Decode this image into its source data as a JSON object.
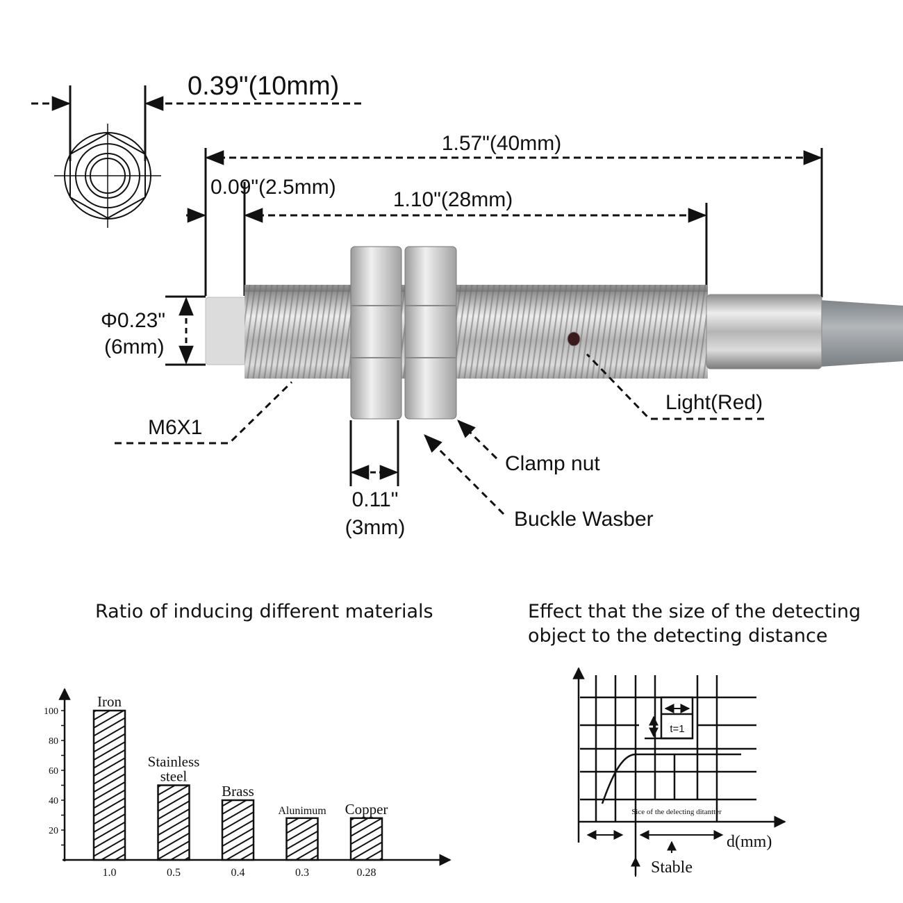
{
  "dimensions": {
    "width_hex": "0.39\"(10mm)",
    "total_length": "1.57\"(40mm)",
    "tip_length": "0.09\"(2.5mm)",
    "thread_length": "1.10\"(28mm)",
    "diameter_in": "Φ0.23\"",
    "diameter_mm": "(6mm)",
    "thread": "M6X1",
    "nut_width_in": "0.11\"",
    "nut_width_mm": "(3mm)"
  },
  "callouts": {
    "light": "Light(Red)",
    "clamp_nut": "Clamp nut",
    "washer": "Buckle Wasber"
  },
  "colors": {
    "cable": "#9a9ea2",
    "metal": "#c9c9c9",
    "tip": "#dcdcdc",
    "indicator": "#8b1a1a"
  },
  "chart_data": [
    {
      "type": "bar",
      "title": "Ratio of inducing different materials",
      "categories": [
        "Iron",
        "Stainless steel",
        "Brass",
        "Alunimum",
        "Copper"
      ],
      "category_lines": [
        [
          "Iron"
        ],
        [
          "Stainless",
          "steel"
        ],
        [
          "Brass"
        ],
        [
          "Alunimum"
        ],
        [
          "Copper"
        ]
      ],
      "x_tick_labels": [
        "1.0",
        "0.5",
        "0.4",
        "0.3",
        "0.28"
      ],
      "values": [
        100,
        50,
        40,
        28,
        28
      ],
      "y_ticks": [
        "20",
        "40",
        "60",
        "80",
        "100"
      ],
      "ylim": [
        0,
        100
      ],
      "xlabel": "",
      "ylabel": ""
    },
    {
      "type": "line",
      "title_lines": [
        "Effect that the size of the detecting",
        "object to the detecting distance"
      ],
      "xlabel": "d(mm)",
      "inset_label": "t=1",
      "grid_caption": "Sice of the delecting ditantter",
      "stable_label": "Stable",
      "grid": true
    }
  ]
}
